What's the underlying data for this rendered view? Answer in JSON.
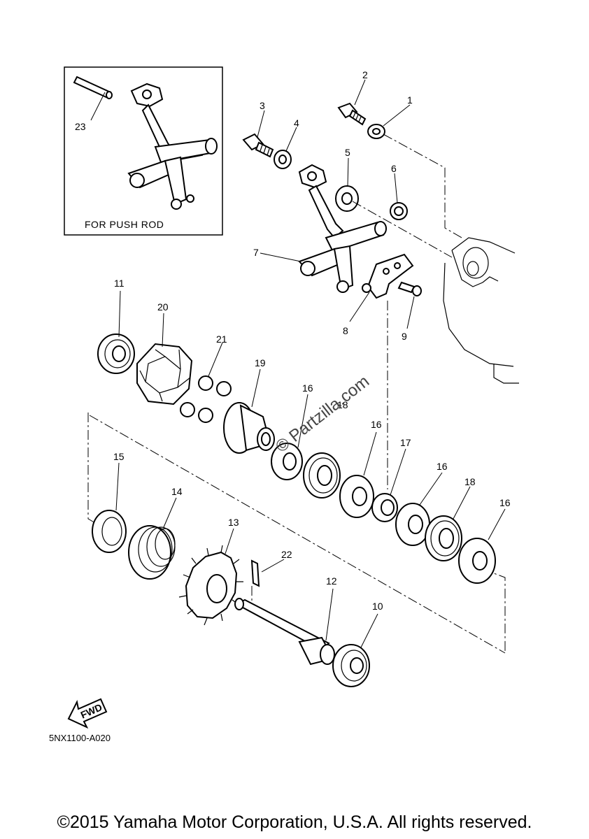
{
  "inset": {
    "caption": "FOR PUSH ROD",
    "part_label": "23"
  },
  "part_labels": [
    "1",
    "2",
    "3",
    "4",
    "5",
    "6",
    "7",
    "8",
    "9",
    "10",
    "11",
    "12",
    "13",
    "14",
    "15",
    "16",
    "16",
    "16",
    "16",
    "17",
    "18",
    "18",
    "19",
    "20",
    "21",
    "22"
  ],
  "watermark": "© Partzilla.com",
  "forward_label": "FWD",
  "catalog_code": "5NX1100-A020",
  "copyright": "©2015 Yamaha Motor Corporation, U.S.A. All rights reserved."
}
